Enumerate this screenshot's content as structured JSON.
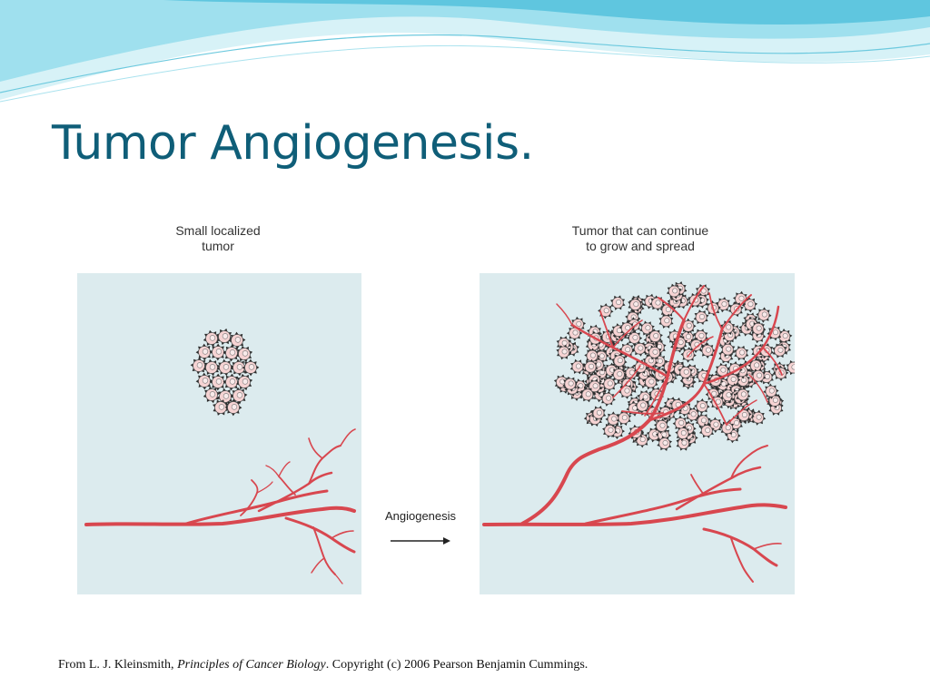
{
  "slide": {
    "title": "Tumor Angiogenesis."
  },
  "figure": {
    "left_panel_caption": "Small localized\ntumor",
    "right_panel_caption": "Tumor that can continue\nto grow and spread",
    "arrow_label": "Angiogenesis"
  },
  "footer": {
    "credit_prefix": "From L. J. Kleinsmith, ",
    "credit_book": "Principles of Cancer Biology",
    "credit_suffix": ". Copyright (c) 2006 Pearson Benjamin Cummings."
  },
  "colors": {
    "title": "#0f5e78",
    "panel_bg": "#dcebee",
    "vessel": "#d8474f",
    "cell_fill": "#f6d3d3",
    "cell_nucleus": "#f9eaea",
    "wave_light": "#bfe9f2",
    "wave_mid": "#7fd3e6"
  }
}
